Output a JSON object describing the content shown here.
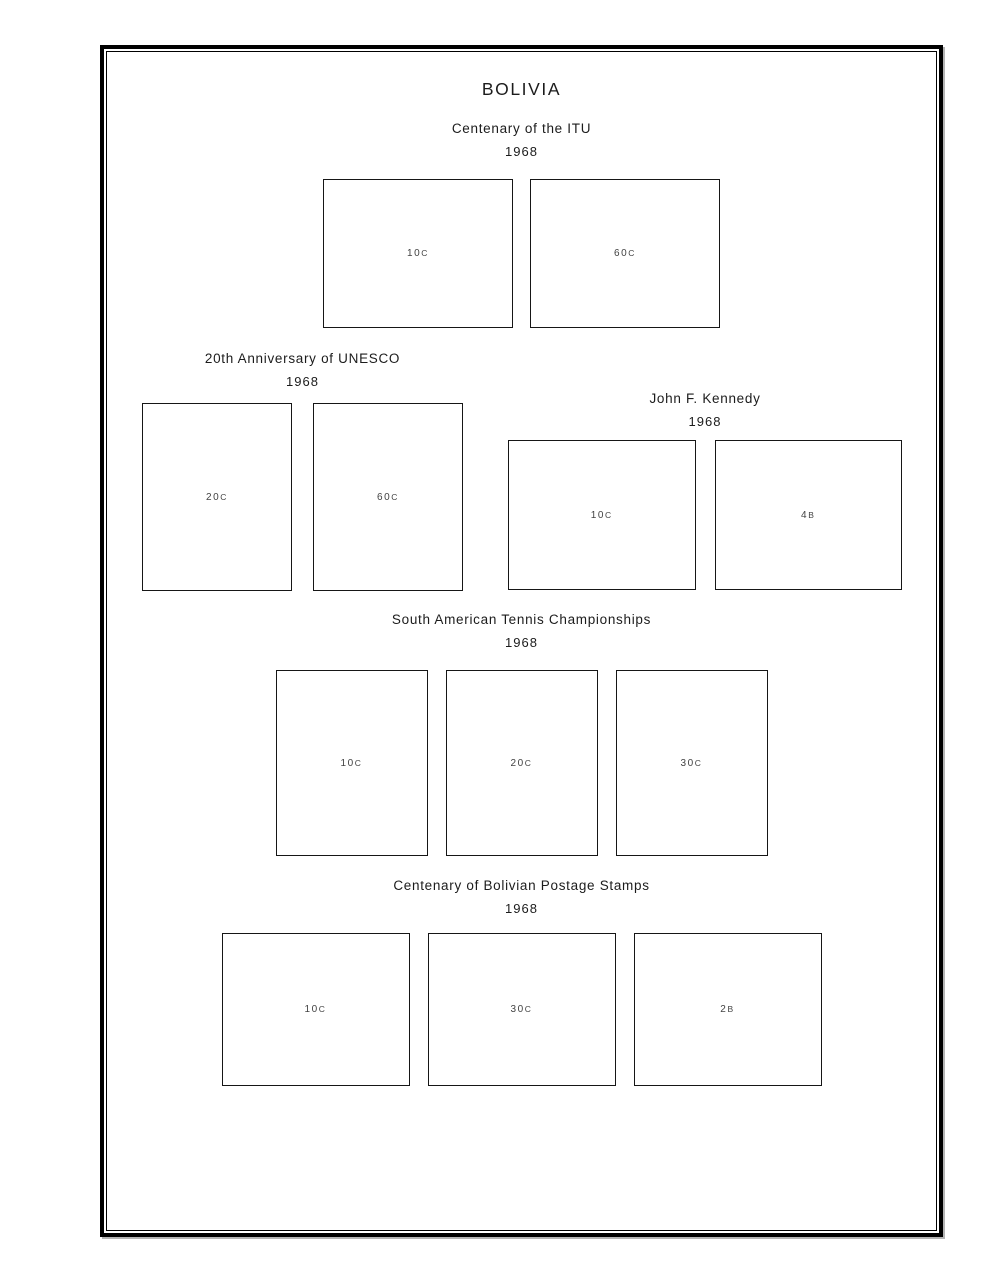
{
  "page": {
    "country_title": "BOLIVIA",
    "sections": [
      {
        "id": "itu",
        "title": "Centenary of the ITU",
        "year": "1968",
        "stamps": [
          {
            "value": "10",
            "unit": "C"
          },
          {
            "value": "60",
            "unit": "C"
          }
        ]
      },
      {
        "id": "unesco",
        "title": "20th Anniversary of UNESCO",
        "year": "1968",
        "stamps": [
          {
            "value": "20",
            "unit": "C"
          },
          {
            "value": "60",
            "unit": "C"
          }
        ]
      },
      {
        "id": "kennedy",
        "title": "John F. Kennedy",
        "year": "1968",
        "stamps": [
          {
            "value": "10",
            "unit": "C"
          },
          {
            "value": "4",
            "unit": "B"
          }
        ]
      },
      {
        "id": "tennis",
        "title": "South American Tennis Championships",
        "year": "1968",
        "stamps": [
          {
            "value": "10",
            "unit": "C"
          },
          {
            "value": "20",
            "unit": "C"
          },
          {
            "value": "30",
            "unit": "C"
          }
        ]
      },
      {
        "id": "postage-centenary",
        "title": "Centenary of Bolivian Postage Stamps",
        "year": "1968",
        "stamps": [
          {
            "value": "10",
            "unit": "C"
          },
          {
            "value": "30",
            "unit": "C"
          },
          {
            "value": "2",
            "unit": "B"
          }
        ]
      }
    ],
    "colors": {
      "background": "#ffffff",
      "frame_border": "#000000",
      "stamp_border": "#161616",
      "heading_text": "#1c1c1c",
      "denomination_text": "#424242"
    }
  }
}
